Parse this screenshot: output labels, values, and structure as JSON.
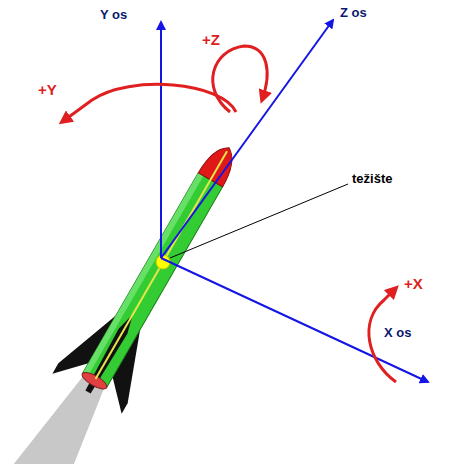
{
  "diagram": {
    "labels": [
      "Y os",
      "Z os",
      "X os",
      "+Y",
      "+Z",
      "+X",
      "težište"
    ]
  }
}
